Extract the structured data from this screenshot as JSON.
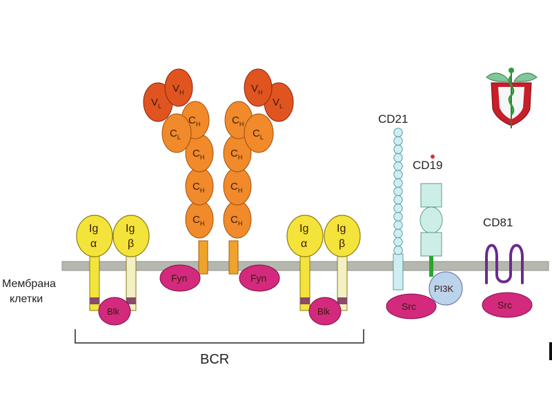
{
  "membrane_label_line1": "Мембрана",
  "membrane_label_line2": "клетки",
  "bcr_label": "BCR",
  "cd21_label": "CD21",
  "cd19_label": "CD19",
  "cd81_label": "CD81",
  "ig": "Ig",
  "alpha": "α",
  "beta": "β",
  "blk": "Blk",
  "fyn": "Fyn",
  "src": "Src",
  "pi3k": "PI3K",
  "chain_V": "V",
  "chain_C": "C",
  "sub_H": "H",
  "sub_L": "L",
  "colors": {
    "membrane": "#b5b8ae",
    "yellow": "#f4e33a",
    "kinase": "#d42a7d",
    "heavy": "#f08a2a",
    "vh": "#e0541f",
    "cd21": "#cfeef2",
    "cd19": "#cdeee6",
    "cd81": "#6b2a8c",
    "green": "#29a52d"
  }
}
